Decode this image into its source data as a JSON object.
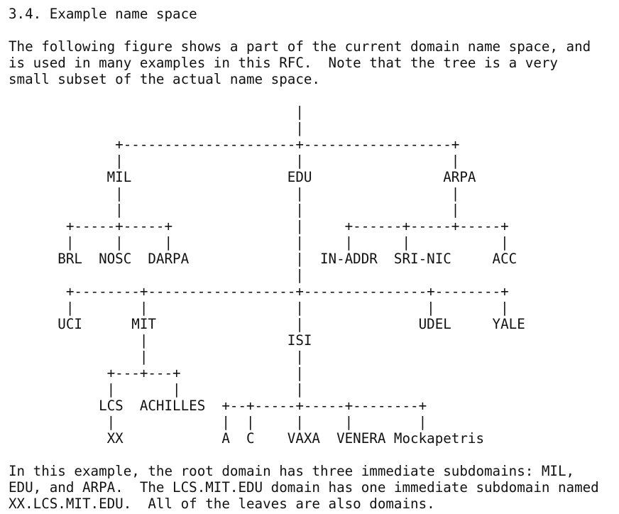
{
  "section": {
    "heading": "3.4. Example name space"
  },
  "intro": {
    "lines": [
      "The following figure shows a part of the current domain name space, and",
      "is used in many examples in this RFC.  Note that the tree is a very",
      "small subset of the actual name space."
    ]
  },
  "figure": {
    "lines": [
      "                                   |",
      "                                   |",
      "             +---------------------+------------------+",
      "             |                     |                  |",
      "            MIL                   EDU                ARPA",
      "             |                     |                  |",
      "             |                     |                  |",
      "       +-----+-----+               |     +------+-----+-----+",
      "       |     |     |               |     |      |           |",
      "      BRL  NOSC  DARPA             |  IN-ADDR  SRI-NIC     ACC",
      "                                   |",
      "       +--------+------------------+---------------+--------+",
      "       |        |                  |               |        |",
      "      UCI      MIT                 |              UDEL     YALE",
      "                |                 ISI",
      "                |                  |",
      "            +---+---+              |",
      "            |       |              |",
      "           LCS  ACHILLES  +--+-----+-----+--------+",
      "            |             |  |     |     |        |",
      "            XX            A  C    VAXA  VENERA Mockapetris"
    ]
  },
  "closing": {
    "lines": [
      "In this example, the root domain has three immediate subdomains: MIL,",
      "EDU, and ARPA.  The LCS.MIT.EDU domain has one immediate subdomain named",
      "XX.LCS.MIT.EDU.  All of the leaves are also domains."
    ]
  }
}
